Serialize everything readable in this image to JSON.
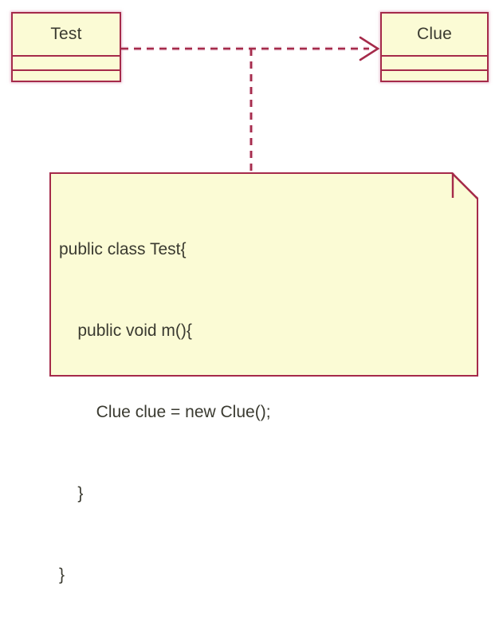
{
  "diagram": {
    "type": "uml-class-diagram",
    "colors": {
      "fill": "#fbfbd5",
      "border": "#a52a4a",
      "border_glow": "#d68caa",
      "text": "#3a3a30",
      "background": "#ffffff"
    },
    "classes": [
      {
        "name": "Test",
        "compartments": [
          "",
          ""
        ]
      },
      {
        "name": "Clue",
        "compartments": [
          "",
          ""
        ]
      }
    ],
    "relationship": {
      "kind": "dependency",
      "line_style": "dashed",
      "arrowhead": "open-v",
      "source": "Test",
      "target": "Clue",
      "label": ""
    },
    "note": {
      "anchor": "dependency-line",
      "anchor_style": "dashed",
      "corner_fold": true,
      "code_lines": [
        "public class Test{",
        "    public void m(){",
        "        Clue clue = new Clue();",
        "    }",
        "}"
      ]
    }
  }
}
